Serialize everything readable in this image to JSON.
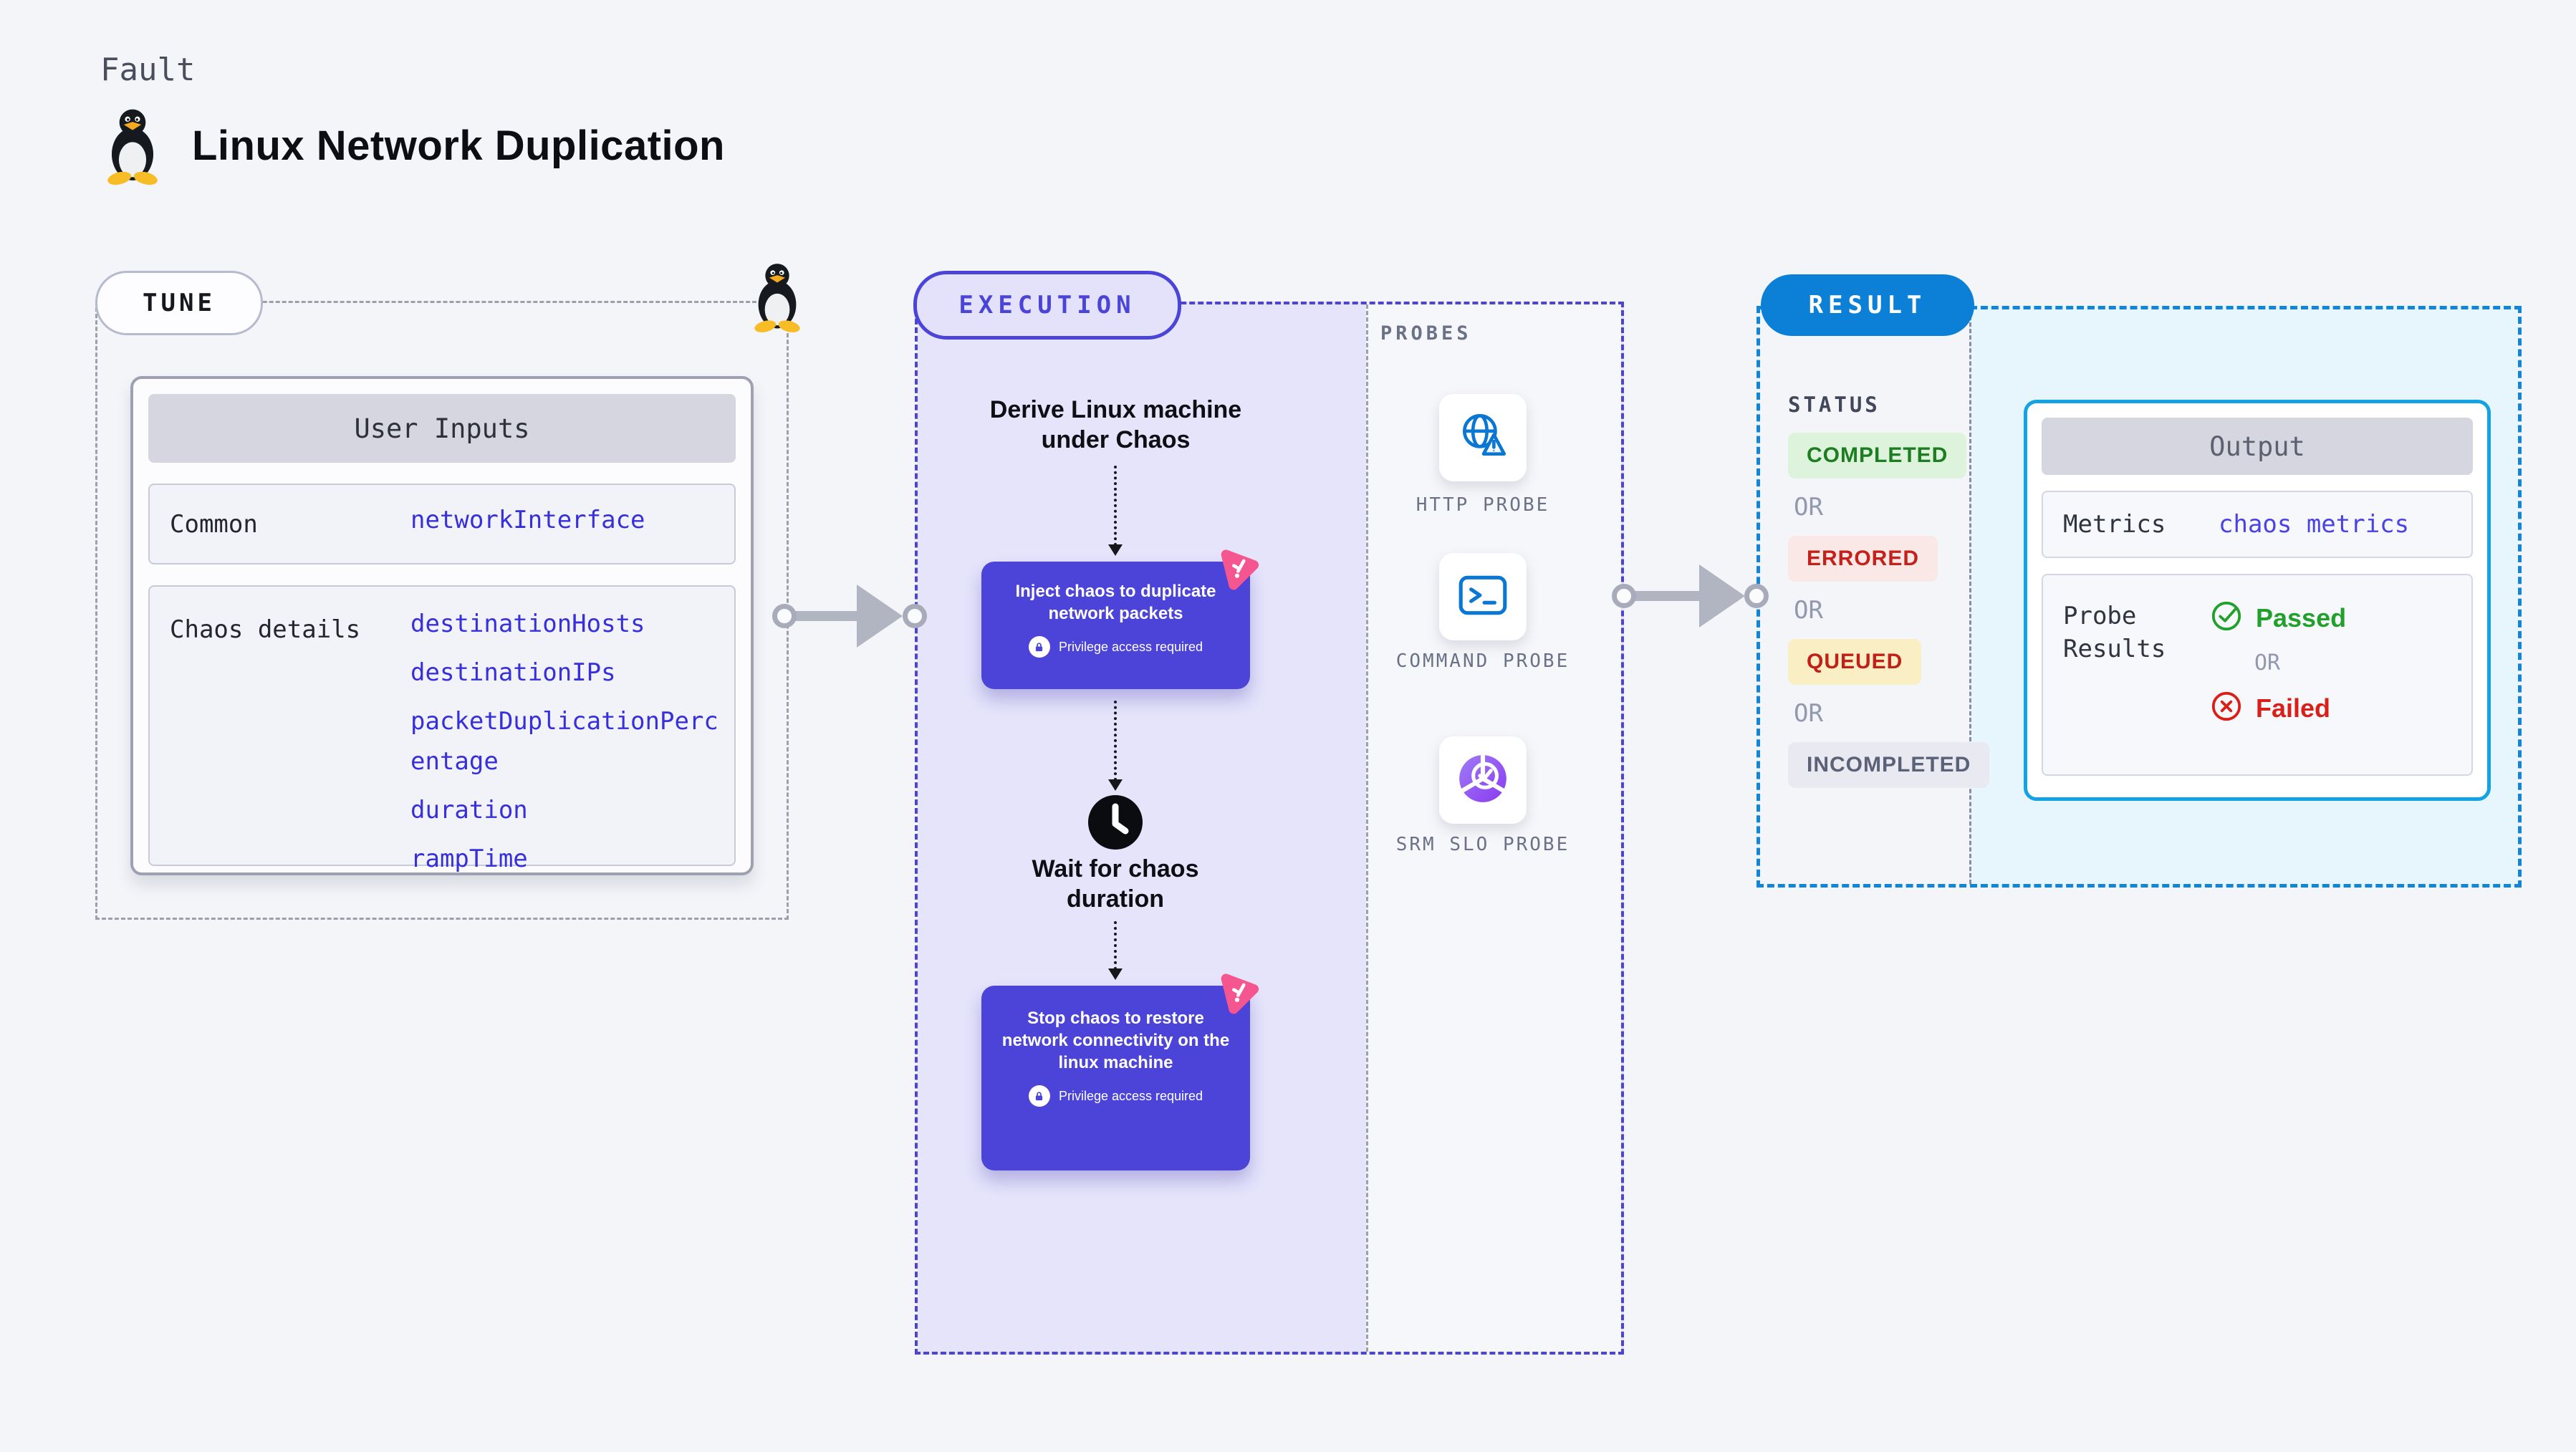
{
  "header": {
    "fault_label": "Fault",
    "title": "Linux Network Duplication"
  },
  "tune": {
    "pill_label": "TUNE",
    "table_title": "User Inputs",
    "rows": [
      {
        "label": "Common",
        "values": [
          "networkInterface"
        ]
      },
      {
        "label": "Chaos details",
        "values": [
          "destinationHosts",
          "destinationIPs",
          "packetDuplicationPercentage",
          "duration",
          "rampTime"
        ]
      }
    ]
  },
  "execution": {
    "pill_label": "EXECUTION",
    "derive_label": "Derive Linux machine under Chaos",
    "inject_label": "Inject chaos to duplicate network packets",
    "wait_label": "Wait for chaos duration",
    "stop_label": "Stop chaos to restore network connectivity on the linux machine",
    "privilege_label": "Privilege access required",
    "probes": {
      "title": "PROBES",
      "items": [
        {
          "label": "HTTP PROBE",
          "icon": "globe-warning-icon"
        },
        {
          "label": "COMMAND PROBE",
          "icon": "terminal-icon"
        },
        {
          "label": "SRM SLO PROBE",
          "icon": "slo-pie-check-icon"
        }
      ]
    }
  },
  "result": {
    "pill_label": "RESULT",
    "status_title": "STATUS",
    "or_label": "OR",
    "statuses": [
      {
        "label": "COMPLETED",
        "bg": "#ddf3dc",
        "text": "#1c7e20"
      },
      {
        "label": "ERRORED",
        "bg": "#fae8e6",
        "text": "#c5211b"
      },
      {
        "label": "QUEUED",
        "bg": "#f9eec4",
        "text": "#c12019"
      },
      {
        "label": "INCOMPLETED",
        "bg": "#e9e9f1",
        "text": "#5b6177"
      }
    ],
    "output": {
      "title": "Output",
      "metrics_label": "Metrics",
      "metrics_value": "chaos metrics",
      "probe_results_label": "Probe Results",
      "passed_label": "Passed",
      "or_label": "OR",
      "failed_label": "Failed"
    }
  },
  "colors": {
    "page_bg": "#f4f5f9",
    "accent_indigo": "#4c43d9",
    "execution_fill": "#e5e4fb",
    "result_blue": "#0b80d6",
    "result_border": "#1385d8",
    "output_border": "#14a3e2",
    "output_fill": "#e7f5fc",
    "chaos_pink": "#f5568f",
    "param_blue": "#372fdc",
    "probe_icon_blue": "#0b77d4",
    "slo_purple": "#8a3bf0",
    "passed_green": "#21a02c",
    "failed_red": "#d92018",
    "arrow_gray": "#b1b5c2"
  }
}
